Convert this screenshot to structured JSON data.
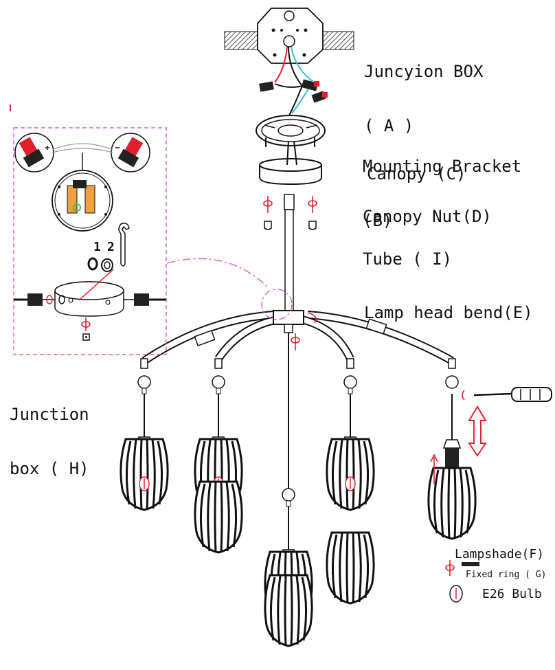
{
  "labels": {
    "junction_box_a_line1": "Juncyion BOX",
    "junction_box_a_line2": "( A )",
    "mounting_bracket_line1": "Mounting Bracket",
    "mounting_bracket_line2": "(B)",
    "canopy": "Canopy (C)",
    "canopy_nut": "Canopy Nut(D)",
    "tube": "Tube ( I)",
    "lamp_head_bend": "Lamp head bend(E)",
    "junction_box_h_line1": "Junction",
    "junction_box_h_line2": "box ( H)",
    "lampshade": "Lampshade(F)",
    "fixed_ring": "Fixed ring ( G)",
    "bulb": "E26 Bulb",
    "step_1": "1",
    "step_2": "2"
  },
  "colors": {
    "line": "#111111",
    "arrow_red": "#e0202a",
    "wire_cyan": "#2ec4d6",
    "detail_border": "#e05ad0",
    "callout_magenta": "#e05ad0"
  }
}
